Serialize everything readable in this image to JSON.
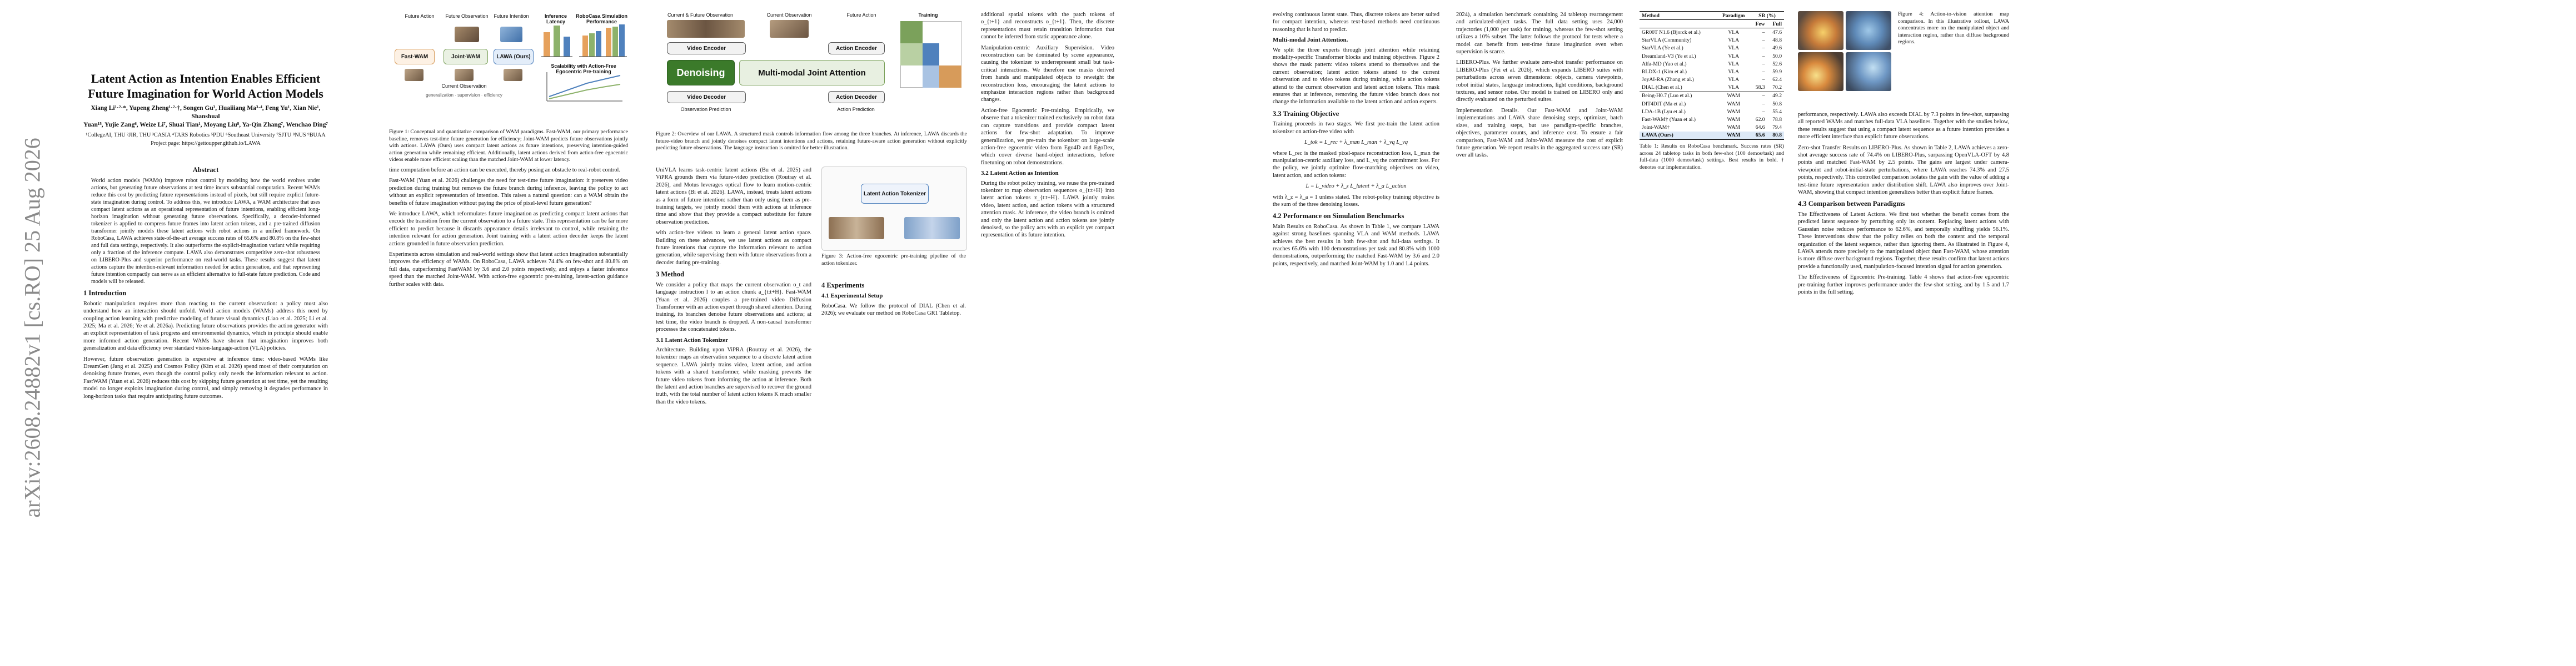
{
  "arxiv_id": "arXiv:2608.24882v1  [cs.RO]  25 Aug 2026",
  "page1": {
    "title": "Latent Action as Intention Enables Efficient Future Imagination for World Action Models",
    "authors_line1": "Xiang Li¹·²·*, Yupeng Zheng¹·²·†, Songen Gu³, Huaiiiang Ma³·⁴, Feng Yu¹, Xian Nie¹, Shanshual",
    "authors_line2": "Yuan¹⁵, Yujie Zang⁶, Weize Li⁷, Shuai Tian¹, Moyang Liu⁸, Ya-Qin Zhang⁷, Wenchao Ding⁷",
    "affiliations": "¹CollegeAI, THU  ²JIR, THU  ³CASIA  ⁴TARS Robotics  ⁵PDU  ⁶Southeast University  ⁷SJTU  ⁸NUS  ⁹BUAA",
    "project": "Project page: https://gettoupper.github.io/LAWA",
    "abstract_heading": "Abstract",
    "abstract": "World action models (WAMs) improve robot control by modeling how the world evolves under actions, but generating future observations at test time incurs substantial computation. Recent WAMs reduce this cost by predicting future representations instead of pixels, but still require explicit future-state imagination during control. To address this, we introduce LAWA, a WAM architecture that uses compact latent actions as an operational representation of future intentions, enabling efficient long-horizon imagination without generating future observations. Specifically, a decoder-informed tokenizer is applied to compress future frames into latent action tokens, and a pre-trained diffusion transformer jointly models these latent actions with robot actions in a unified framework. On RoboCasa, LAWA achieves state-of-the-art average success rates of 65.6% and 80.8% on the few-shot and full data settings, respectively. It also outperforms the explicit-imagination variant while requiring only a fraction of the inference compute. LAWA also demonstrates competitive zero-shot robustness on LIBERO-Plus and superior performance on real-world tasks. These results suggest that latent actions capture the intention-relevant information needed for action generation, and that representing future intention compactly can serve as an efficient alternative to full-state future prediction. Code and models will be released.",
    "intro_heading": "1   Introduction",
    "intro_p1": "Robotic manipulation requires more than reacting to the current observation: a policy must also understand how an interaction should unfold. World action models (WAMs) address this need by coupling action learning with predictive modeling of future visual dynamics (Liao et al. 2025; Li et al. 2025; Ma et al. 2026; Ye et al. 2026a). Predicting future observations provides the action generator with an explicit representation of task progress and environmental dynamics, which in principle should enable more informed action generation. Recent WAMs have shown that imagination improves both generalization and data efficiency over standard vision-language-action (VLA) policies.",
    "intro_p2": "However, future observation generation is expensive at inference time: video-based WAMs like DreamGen (Jang et al. 2025) and Cosmos Policy (Kim et al. 2026) spend most of their computation on denoising future frames, even though the control policy only needs the information relevant to action. FastWAM (Yuan et al. 2026) reduces this cost by skipping future generation at test time, yet the resulting model no longer exploits imagination during control, and simply removing it degrades performance in long-horizon tasks that require anticipating future outcomes.",
    "fig1": {
      "label_future_action": "Future Action",
      "label_future_obs": "Future Observation",
      "label_future_intent": "Future Intention",
      "label_current_obs": "Current Observation",
      "model_fastwam": "Fast-WAM",
      "model_joint": "Joint-WAM",
      "model_lawa": "LAWA (Ours)",
      "legend_gen": "generalization",
      "legend_sup": "supervision",
      "legend_eff": "efficiency",
      "plot1_title": "Inference Latency",
      "plot2_title": "RoboCasa Simulation Performance",
      "plot3_title": "Scalability with Action-Free Egocentric Pre-training",
      "caption": "Figure 1: Conceptual and quantitative comparison of WAM paradigms. Fast-WAM, our primary performance baseline, removes test-time future generation for efficiency; Joint-WAM predicts future observations jointly with actions. LAWA (Ours) uses compact latent actions as future intentions, preserving intention-guided action generation while remaining efficient. Additionally, latent actions derived from action-free egocentric videos enable more efficient scaling than the matched Joint-WAM at lower latency."
    },
    "right_p1": "time computation before an action can be executed, thereby posing an obstacle to real-robot control.",
    "right_p2": "Fast-WAM (Yuan et al. 2026) challenges the need for test-time future imagination: it preserves video prediction during training but removes the future branch during inference, leaving the policy to act without an explicit representation of intention. This raises a natural question: can a WAM obtain the benefits of future imagination without paying the price of pixel-level future generation?",
    "right_p3": "We introduce LAWA, which reformulates future imagination as predicting compact latent actions that encode the transition from the current observation to a future state. This representation can be far more efficient to predict because it discards appearance details irrelevant to control, while retaining the intention relevant for action generation. Joint training with a latent action decoder keeps the latent actions grounded in future observation prediction.",
    "right_p4": "Experiments across simulation and real-world settings show that latent action imagination substantially improves the efficiency of WAMs. On RoboCasa, LAWA achieves 74.4% on few-shot and 80.8% on full data, outperforming FastWAM by 3.6 and 2.0 points respectively, and enjoys a faster inference speed than the matched Joint-WAM. With action-free egocentric pre-training, latent-action guidance further scales with data."
  },
  "page2": {
    "fig2": {
      "current_future": "Current & Future Observation",
      "current_obs": "Current Observation",
      "future_action": "Future Action",
      "training": "Training",
      "video_encoder": "Video Encoder",
      "action_encoder": "Action Encoder",
      "denoising": "Denoising",
      "mm_joint_attention": "Multi-modal Joint Attention",
      "video_decoder": "Video Decoder",
      "action_decoder": "Action Decoder",
      "obs_prediction": "Observation Prediction",
      "action_prediction": "Action Prediction",
      "caption": "Figure 2: Overview of our LAWA. A structured mask controls information flow among the three branches. At inference, LAWA discards the future-video branch and jointly denoises compact latent intentions and actions, retaining future-aware action generation without explicitly predicting future observations. The language instruction is omitted for better illustration."
    },
    "colA_p1": "UniVLA learns task-centric latent actions (Bu et al. 2025) and ViPRA grounds them via future-video prediction (Routray et al. 2026), and Motus leverages optical flow to learn motion-centric latent actions (Bi et al. 2026). LAWA, instead, treats latent actions as a form of future intention: rather than only using them as pre-training targets, we jointly model them with actions at inference time and show that they provide a compact substitute for future observation prediction.",
    "colA_p2": "with action-free videos to learn a general latent action space. Building on these advances, we use latent actions as compact future intentions that capture the information relevant to action generation, while supervising them with future observations from a decoder during pre-training.",
    "method_heading": "3   Method",
    "method_p1": "We consider a policy that maps the current observation o_t and language instruction l to an action chunk a_{t:t+H}. Fast-WAM (Yuan et al. 2026) couples a pre-trained video Diffusion Transformer with an action expert through shared attention. During training, its branches denoise future observations and actions; at test time, the video branch is dropped. A non-causal transformer processes the concatenated tokens.",
    "sec31": "3.1   Latent Action Tokenizer",
    "sec31_p": "Architecture. Building upon ViPRA (Routray et al. 2026), the tokenizer maps an observation sequence to a discrete latent action sequence. LAWA jointly trains video, latent action, and action tokens with a shared transformer, while masking prevents the future video tokens from informing the action at inference. Both the latent and action branches are supervised to recover the ground truth, with the total number of latent action tokens K much smaller than the video tokens.",
    "fig3_caption": "Figure 3: Action-free egocentric pre-training pipeline of the action tokenizer.",
    "fig3_label": "Latent Action Tokenizer",
    "colB_p1": "additional spatial tokens with the patch tokens of o_{t+1} and reconstructs o_{t+1}. Then, the discrete representations must retain transition information that cannot be inferred from static appearance alone.",
    "colB_p2": "Manipulation-centric Auxiliary Supervision. Video reconstruction can be dominated by scene appearance, causing the tokenizer to underrepresent small but task-critical interactions. We therefore use masks derived from hands and manipulated objects to reweight the reconstruction loss, encouraging the latent actions to emphasize interaction regions rather than background changes.",
    "colB_p3": "Action-free Egocentric Pre-training. Empirically, we observe that a tokenizer trained exclusively on robot data can capture transitions and provide compact latent actions for few-shot adaptation. To improve generalization, we pre-train the tokenizer on large-scale action-free egocentric video from Ego4D and EgoDex, which cover diverse hand-object interactions, before finetuning on robot demonstrations.",
    "sec32": "3.2   Latent Action as Intention",
    "sec32_p": "During the robot policy training, we reuse the pre-trained tokenizer to map observation sequences o_{t:t+H} into latent action tokens z_{t:t+H}. LAWA jointly trains video, latent action, and action tokens with a structured attention mask. At inference, the video branch is omitted and only the latent action and action tokens are jointly denoised, so the policy acts with an explicit yet compact representation of its future intention.",
    "exp_heading": "4   Experiments",
    "sec41": "4.1   Experimental Setup",
    "robocasa": "RoboCasa. We follow the protocol of DIAL (Chen et al. 2026); we evaluate our method on RoboCasa GR1 Tabletop."
  },
  "page3": {
    "colC_p1": "evolving continuous latent state. Thus, discrete tokens are better suited for compact intention, whereas text-based methods need continuous reasoning that is hard to predict.",
    "mm_heading": "Multi-modal Joint Attention.",
    "mm_p": "We split the three experts through joint attention while retaining modality-specific Transformer blocks and training objectives. Figure 2 shows the mask pattern: video tokens attend to themselves and the current observation; latent action tokens attend to the current observation and to video tokens during training, while action tokens attend to the current observation and latent action tokens. This mask ensures that at inference, removing the future video branch does not change the information available to the latent action and action experts.",
    "sec33": "3.3   Training Objective",
    "sec33_p": "Training proceeds in two stages. We first pre-train the latent action tokenizer on action-free video with",
    "eq1": "L_tok = L_rec + λ_man L_man + λ_vq L_vq",
    "sec33_p2": "where L_rec is the masked pixel-space reconstruction loss, L_man the manipulation-centric auxiliary loss, and L_vq the commitment loss. For the policy, we jointly optimize flow-matching objectives on video, latent action, and action tokens:",
    "eq2": "L = L_video + λ_z L_latent + λ_a L_action",
    "sec33_p3": "with λ_z = λ_a = 1 unless stated. The robot-policy training objective is the sum of the three denoising losses.",
    "sec42": "4.2   Performance on Simulation Benchmarks",
    "main_results": "Main Results on RoboCasa. As shown in Table 1, we compare LAWA against strong baselines spanning VLA and WAM methods. LAWA achieves the best results in both few-shot and full-data settings. It reaches 65.6% with 100 demonstrations per task and 80.8% with 1000 demonstrations, outperforming the matched Fast-WAM by 3.6 and 2.0 points, respectively, and matched Joint-WAM by 1.0 and 1.4 points.",
    "colD_p1": "2024), a simulation benchmark containing 24 tabletop rearrangement and articulated-object tasks. The full data setting uses 24,000 trajectories (1,000 per task) for training, whereas the few-shot setting utilizes a 10% subset. The latter follows the protocol for tests where a model can benefit from test-time future imagination even when supervision is scarce.",
    "libero": "LIBERO-Plus. We further evaluate zero-shot transfer performance on LIBERO-Plus (Fei et al. 2026), which expands LIBERO suites with perturbations across seven dimensions: objects, camera viewpoints, robot initial states, language instructions, light conditions, background textures, and sensor noise. Our model is trained on LIBERO only and directly evaluated on the perturbed suites.",
    "impl": "Implementation Details. Our Fast-WAM and Joint-WAM implementations and LAWA share denoising steps, optimizer, batch sizes, and training steps, but use paradigm-specific branches, objectives, parameter counts, and inference cost. To ensure a fair comparison, Fast-WAM and Joint-WAM measure the cost of explicit future generation. We report results in the aggregated success rate (SR) over all tasks.",
    "table": {
      "caption": "Table 1: Results on RoboCasa benchmark. Success rates (SR) across 24 tabletop tasks in both few-shot (100 demos/task) and full-data (1000 demos/task) settings. Best results in bold. † denotes our implementation.",
      "h_method": "Method",
      "h_paradigm": "Paradigm",
      "h_sr": "SR (%)",
      "h_few": "Few",
      "h_full": "Full",
      "rows": [
        [
          "GR00T N1.6 (Bjorck et al.)",
          "VLA",
          "–",
          "47.6"
        ],
        [
          "StarVLA (Community)",
          "VLA",
          "–",
          "48.8"
        ],
        [
          "StarVLA (Ye et al.)",
          "VLA",
          "–",
          "49.6"
        ],
        [
          "Dreamland-V3 (Ye et al.)",
          "VLA",
          "–",
          "50.0"
        ],
        [
          "Alfa-MD (Yao et al.)",
          "VLA",
          "–",
          "52.6"
        ],
        [
          "RLDX-1 (Kim et al.)",
          "VLA",
          "–",
          "59.9"
        ],
        [
          "JoyAI-RA (Zhang et al.)",
          "VLA",
          "–",
          "62.4"
        ],
        [
          "DIAL (Chen et al.)",
          "VLA",
          "58.3",
          "70.2"
        ],
        [
          "Being-H0.7 (Luo et al.)",
          "WAM",
          "–",
          "49.2"
        ],
        [
          "DIT4DIT (Ma et al.)",
          "WAM",
          "–",
          "50.8"
        ],
        [
          "LDA-1B (Lyu et al.)",
          "WAM",
          "–",
          "55.4"
        ],
        [
          "Fast-WAM† (Yuan et al.)",
          "WAM",
          "62.0",
          "78.8"
        ],
        [
          "Joint-WAM†",
          "WAM",
          "64.6",
          "79.4"
        ],
        [
          "LAWA (Ours)",
          "WAM",
          "65.6",
          "80.8"
        ]
      ]
    },
    "fig4_caption": "Figure 4: Action-to-vision attention map comparison. In this illustrative rollout, LAWA concentrates more on the manipulated object and interaction region, rather than diffuse background regions.",
    "colE_p1": "performance, respectively. LAWA also exceeds DIAL by 7.3 points in few-shot, surpassing all reported WAMs and matches full-data VLA baselines. Together with the studies below, these results suggest that using a compact latent sequence as a future intention provides a more efficient interface than explicit future observations.",
    "zero_shot": "Zero-shot Transfer Results on LIBERO-Plus. As shown in Table 2, LAWA achieves a zero-shot average success rate of 74.4% on LIBERO-Plus, surpassing OpenVLA-OFT by 4.8 points and matched Fast-WAM by 2.5 points. The gains are largest under camera-viewpoint and robot-initial-state perturbations, where LAWA reaches 74.3% and 27.5 points, respectively. This controlled comparison isolates the gain with the value of adding a test-time future representation under distribution shift. LAWA also improves over Joint-WAM, showing that compact intention generalizes better than explicit future frames.",
    "sec43": "4.3   Comparison between Paradigms",
    "effect_lat": "The Effectiveness of Latent Actions. We first test whether the benefit comes from the predicted latent sequence by perturbing only its content. Replacing latent actions with Gaussian noise reduces performance to 62.6%, and temporally shuffling yields 56.1%. These interventions show that the policy relies on both the content and the temporal organization of the latent sequence, rather than ignoring them. As illustrated in Figure 4, LAWA attends more precisely to the manipulated object than Fast-WAM, whose attention is more diffuse over background regions. Together, these results confirm that latent actions provide a functionally used, manipulation-focused intention signal for action generation.",
    "effect_ego": "The Effectiveness of Egocentric Pre-training. Table 4 shows that action-free egocentric pre-training further improves performance under the few-shot setting, and by 1.5 and 1.7 points in the full setting."
  }
}
